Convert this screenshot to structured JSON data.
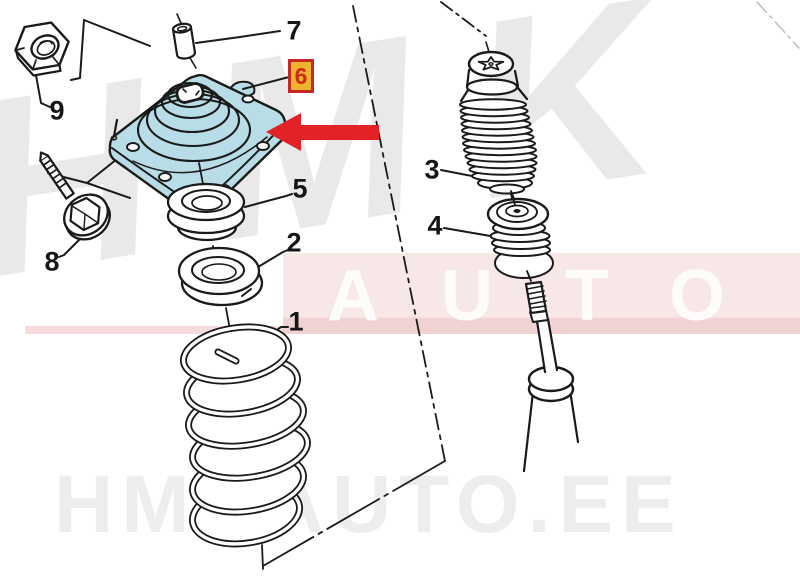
{
  "diagram": {
    "parts": [
      {
        "label": "1"
      },
      {
        "label": "2"
      },
      {
        "label": "3"
      },
      {
        "label": "4"
      },
      {
        "label": "5"
      },
      {
        "label": "6"
      },
      {
        "label": "7"
      },
      {
        "label": "8"
      },
      {
        "label": "9"
      }
    ]
  },
  "watermark": {
    "diagonal_text": "HMK",
    "band_letters": [
      "A",
      "U",
      "T",
      "O"
    ],
    "bottom_text": "HMKAUTO.EE"
  },
  "colors": {
    "highlight_fill": "#b8dde6",
    "arrow": "#e32227",
    "badge_background": "#f0b42c",
    "badge_border": "#c62828",
    "badge_text": "#d02818",
    "band_pink": "#f8e7e7",
    "watermark_gray": "#e9e9e9"
  }
}
